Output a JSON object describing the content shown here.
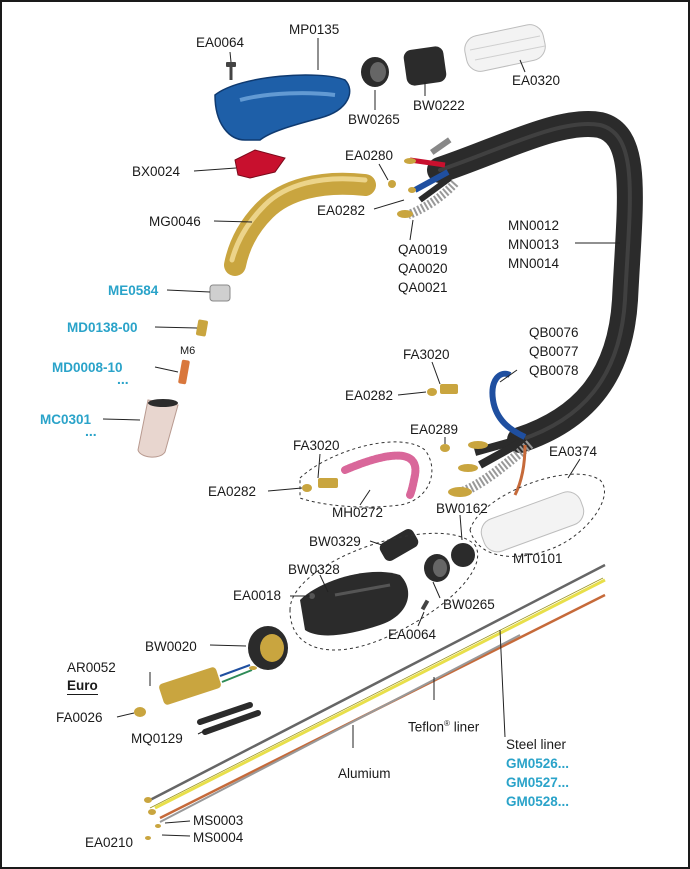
{
  "labels": {
    "ea0064_top": "EA0064",
    "mp0135": "MP0135",
    "bw0265_top": "BW0265",
    "bw0222": "BW0222",
    "ea0320": "EA0320",
    "bx0024": "BX0024",
    "ea0280": "EA0280",
    "mg0046": "MG0046",
    "ea0282_top": "EA0282",
    "qa0019": "QA0019",
    "qa0020": "QA0020",
    "qa0021": "QA0021",
    "mn0012": "MN0012",
    "mn0013": "MN0013",
    "mn0014": "MN0014",
    "me0584": "ME0584",
    "md0138": "MD0138-00",
    "m6": "M6",
    "md0008": "MD0008-10",
    "mc0301": "MC0301",
    "qb0076": "QB0076",
    "qb0077": "QB0077",
    "qb0078": "QB0078",
    "fa3020_top": "FA3020",
    "ea0282_mid": "EA0282",
    "ea0289": "EA0289",
    "ea0374": "EA0374",
    "fa3020_low": "FA3020",
    "ea0282_low": "EA0282",
    "mh0272": "MH0272",
    "bw0162": "BW0162",
    "mt0101": "MT0101",
    "bw0329": "BW0329",
    "bw0328": "BW0328",
    "ea0018": "EA0018",
    "bw0265_low": "BW0265",
    "ea0064_low": "EA0064",
    "bw0020": "BW0020",
    "ar0052": "AR0052",
    "euro": "Euro",
    "fa0026": "FA0026",
    "mq0129": "MQ0129",
    "teflon_liner": "Teflon",
    "teflon_reg": "®",
    "teflon_liner_tail": " liner",
    "steel_liner": "Steel liner",
    "gm0526": "GM0526...",
    "gm0527": "GM0527...",
    "gm0528": "GM0528...",
    "alumium": "Alumium",
    "ms0003": "MS0003",
    "ms0004": "MS0004",
    "ea0210": "EA0210",
    "dots": "..."
  },
  "colors": {
    "highlight": "#2aa3c9",
    "handle_blue": "#1e5fa8",
    "cable_black": "#2b2b2b",
    "brass": "#c9a53f",
    "red_part": "#c8102e",
    "pink_liner": "#d9679a",
    "liner_yellow": "#e8df4a",
    "liner_copper": "#c66a3a"
  }
}
